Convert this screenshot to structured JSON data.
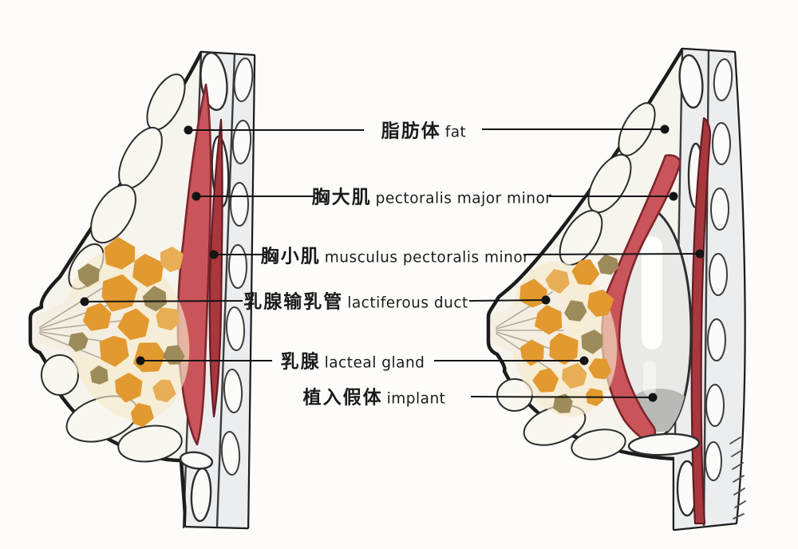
{
  "diagram": {
    "labels": [
      {
        "zh": "脂肪体",
        "en": "fat"
      },
      {
        "zh": "胸大肌",
        "en": "pectoralis major minor"
      },
      {
        "zh": "胸小肌",
        "en": "musculus pectoralis minor"
      },
      {
        "zh": "乳腺输乳管",
        "en": "lactiferous duct"
      },
      {
        "zh": "乳腺",
        "en": "lacteal gland"
      },
      {
        "zh": "植入假体",
        "en": "implant"
      }
    ]
  },
  "colors": {
    "background": "#FDFCFA",
    "outline": "#1C1C1C",
    "skin": "#F7F4ED",
    "chest_wall": "#ECEDEF",
    "rib": "#FBFBF9",
    "muscle_major": "#C9555B",
    "muscle_major_dark": "#7E262C",
    "muscle_minor": "#A8383E",
    "muscle_minor_dark": "#641C22",
    "gland_orange": "#E2992F",
    "gland_light": "#E8AE55",
    "gland_olive": "#9D8B59",
    "duct": "#B3A896",
    "implant": "#E9E9E7",
    "implant_shadow": "#B9B9B5",
    "callout": "#141414"
  }
}
